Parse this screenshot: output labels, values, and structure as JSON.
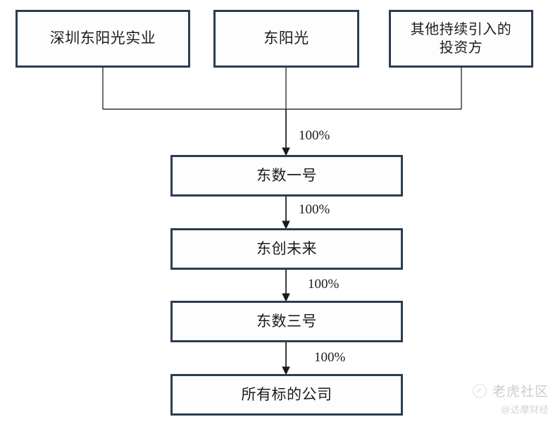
{
  "diagram": {
    "type": "organizational-ownership-chart",
    "orientation": "top-down",
    "colors": {
      "box_border": "#2b3d52",
      "box_fill": "#fdfdfd",
      "connector_line": "#333333",
      "text": "#1c1c1c",
      "background": "#ffffff",
      "watermark": "#c9ccd2"
    },
    "top_row": {
      "nodes": [
        {
          "id": "shenzhen-dongyangguang",
          "label": "深圳东阳光实业"
        },
        {
          "id": "dongyangguang",
          "label": "东阳光"
        },
        {
          "id": "other-investors",
          "label": "其他持续引入的\n投资方"
        }
      ]
    },
    "chain": {
      "nodes": [
        {
          "id": "dongshu-yihao",
          "label": "东数一号"
        },
        {
          "id": "dongchuang-weilai",
          "label": "东创未来"
        },
        {
          "id": "dongshu-sanhao",
          "label": "东数三号"
        },
        {
          "id": "all-target-companies",
          "label": "所有标的公司"
        }
      ]
    },
    "edges": [
      {
        "id": "edge-0",
        "from": "top-row-bus",
        "to": "dongshu-yihao",
        "percent": "100%"
      },
      {
        "id": "edge-1",
        "from": "dongshu-yihao",
        "to": "dongchuang-weilai",
        "percent": "100%"
      },
      {
        "id": "edge-2",
        "from": "dongchuang-weilai",
        "to": "dongshu-sanhao",
        "percent": "100%"
      },
      {
        "id": "edge-3",
        "from": "dongshu-sanhao",
        "to": "all-target-companies",
        "percent": "100%"
      }
    ]
  },
  "watermark": {
    "brand": "老虎社区",
    "handle": "@达摩财经",
    "logo_icon": "tiger-circle-logo-icon"
  }
}
